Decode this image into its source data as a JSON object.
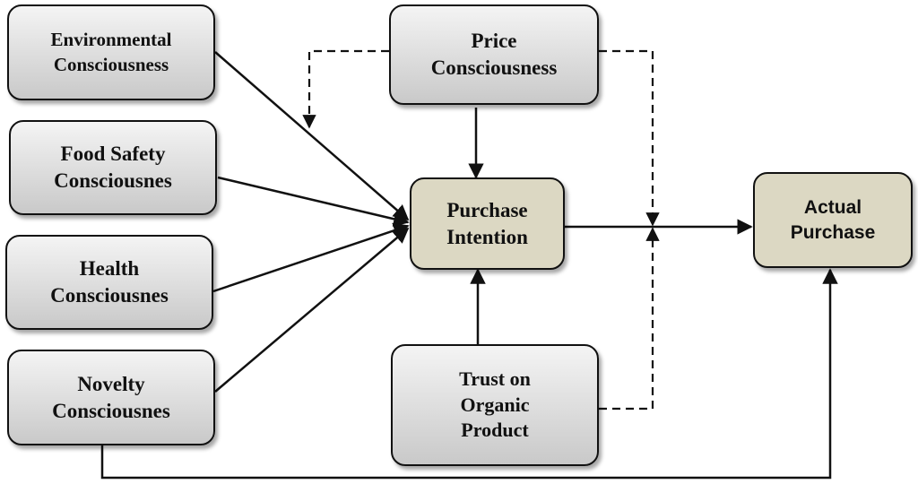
{
  "diagram": {
    "colors": {
      "predictor_fill": "#d8d8d8",
      "outcome_fill": "#dcd8c3",
      "stroke": "#111111"
    },
    "nodes": {
      "environmental": "Environmental\nConsciousness",
      "food_safety": "Food Safety\nConsciousnes",
      "health": "Health\nConsciousnes",
      "novelty": "Novelty\nConsciousnes",
      "price": "Price\nConsciousness",
      "purchase_intention": "Purchase\nIntention",
      "trust": "Trust on\nOrganic\nProduct",
      "actual_purchase": "Actual\nPurchase"
    },
    "edges": [
      {
        "from": "environmental",
        "to": "purchase_intention",
        "style": "solid"
      },
      {
        "from": "food_safety",
        "to": "purchase_intention",
        "style": "solid"
      },
      {
        "from": "health",
        "to": "purchase_intention",
        "style": "solid"
      },
      {
        "from": "novelty",
        "to": "purchase_intention",
        "style": "solid"
      },
      {
        "from": "price",
        "to": "purchase_intention",
        "style": "solid"
      },
      {
        "from": "trust",
        "to": "purchase_intention",
        "style": "solid"
      },
      {
        "from": "purchase_intention",
        "to": "actual_purchase",
        "style": "solid"
      },
      {
        "from": "novelty",
        "to": "actual_purchase",
        "style": "solid"
      },
      {
        "from": "price",
        "to": "environmental-path",
        "style": "dashed",
        "role": "moderator"
      },
      {
        "from": "price",
        "to": "intention-purchase-path",
        "style": "dashed",
        "role": "moderator"
      },
      {
        "from": "trust",
        "to": "intention-purchase-path",
        "style": "dashed",
        "role": "moderator"
      }
    ]
  }
}
